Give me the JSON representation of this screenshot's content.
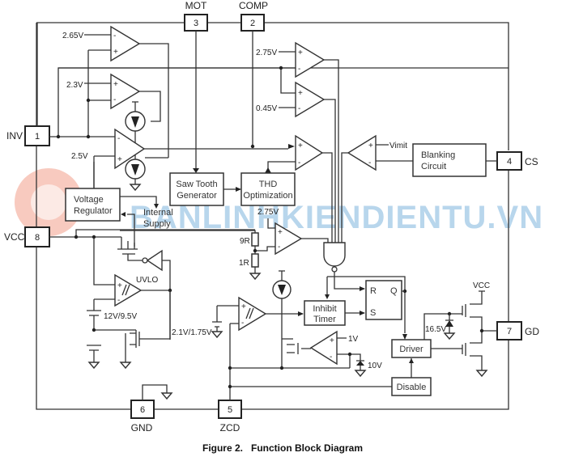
{
  "figure": {
    "caption": "Figure 2.   Function Block Diagram"
  },
  "pins": [
    {
      "number": "1",
      "name": "INV"
    },
    {
      "number": "2",
      "name": "COMP"
    },
    {
      "number": "3",
      "name": "MOT"
    },
    {
      "number": "4",
      "name": "CS"
    },
    {
      "number": "5",
      "name": "ZCD"
    },
    {
      "number": "6",
      "name": "GND"
    },
    {
      "number": "7",
      "name": "GD"
    },
    {
      "number": "8",
      "name": "VCC"
    }
  ],
  "blocks": {
    "saw_tooth": [
      "Saw Tooth",
      "Generator"
    ],
    "thd": [
      "THD",
      "Optimization"
    ],
    "voltage_regulator": [
      "Voltage",
      "Regulator"
    ],
    "internal_supply": [
      "Internal",
      "Supply"
    ],
    "blanking": [
      "Blanking",
      "Circuit"
    ],
    "inhibit_timer": [
      "Inhibit",
      "Timer"
    ],
    "driver": "Driver",
    "disable": "Disable",
    "flipflop": {
      "r": "R",
      "s": "S",
      "q": "Q"
    }
  },
  "labels": {
    "v265": "2.65V",
    "v23": "2.3V",
    "v25": "2.5V",
    "v275a": "2.75V",
    "v045": "0.45V",
    "v275b": "2.75V",
    "vlimit": "Vimit",
    "r9": "9R",
    "r1": "1R",
    "uvlo": "UVLO",
    "uvlo_th": "12V/9.5V",
    "zcd_th": "2.1V/1.75V",
    "v1": "1V",
    "v10": "10V",
    "v165": "16.5V",
    "vcc_rail": "VCC",
    "plus": "+",
    "minus": "-"
  },
  "watermark": "BANLINHKIENDIENTU.VN"
}
